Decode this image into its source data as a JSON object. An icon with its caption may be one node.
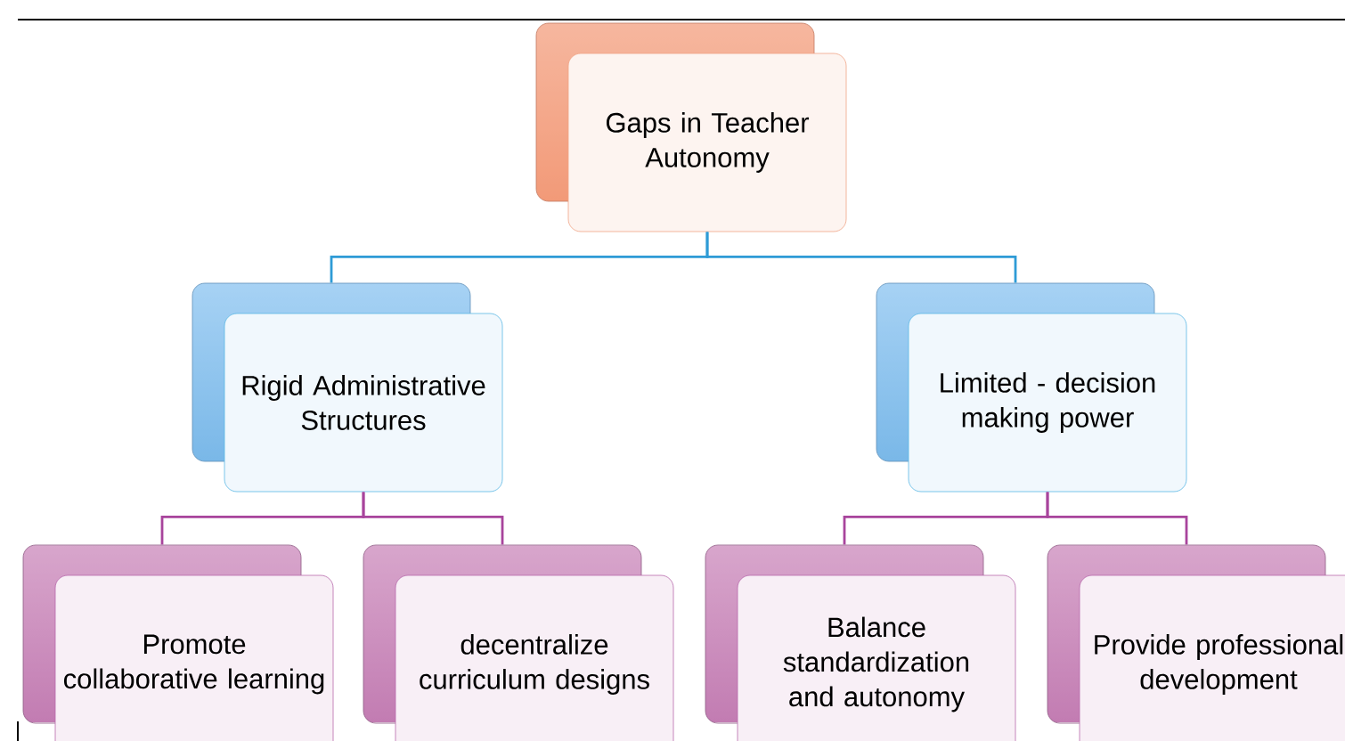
{
  "diagram": {
    "nodes": [
      {
        "text": [
          "Gaps in Teacher Autonomy"
        ]
      },
      {
        "text": [
          "Rigid Administrative Structures"
        ]
      },
      {
        "text": [
          "Limited - decision making power"
        ]
      },
      {
        "text": [
          "Promote collaborative learning"
        ]
      },
      {
        "text": [
          "decentralize curriculum designs"
        ]
      },
      {
        "text": [
          "Balance standardization and autonomy"
        ]
      },
      {
        "text": [
          "Provide professional development"
        ]
      }
    ],
    "edges": [
      {
        "from": 0,
        "to": 1,
        "arrow": "none",
        "color": "#2e9bd6"
      },
      {
        "from": 0,
        "to": 2,
        "arrow": "none",
        "color": "#2e9bd6"
      },
      {
        "from": 1,
        "to": 3,
        "arrow": "none"
      },
      {
        "from": 1,
        "to": 4,
        "arrow": "none"
      },
      {
        "from": 2,
        "to": 5,
        "arrow": "none"
      },
      {
        "from": 2,
        "to": 6,
        "arrow": "none"
      }
    ]
  }
}
